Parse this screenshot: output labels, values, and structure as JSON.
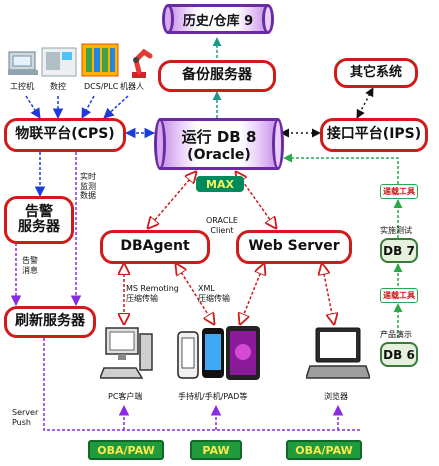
{
  "nodes": {
    "history": "历史/仓库 9",
    "backup": "备份服务器",
    "other": "其它系统",
    "cps": "物联平台(CPS)",
    "ips": "接口平台(IPS)",
    "run_line1": "运行 DB 8",
    "run_line2": "(Oracle)",
    "alarm_line1": "告警",
    "alarm_line2": "服务器",
    "dbagent": "DBAgent",
    "webserver": "Web Server",
    "refresh": "刷新服务器"
  },
  "badges": {
    "max": "MAX",
    "oba_left": "OBA/PAW",
    "paw_mid": "PAW",
    "oba_right": "OBA/PAW"
  },
  "right_column": {
    "tool_top": "递载工具",
    "test_label": "实施测试",
    "db7": "DB 7",
    "tool_bottom": "递载工具",
    "demo_label": "产品演示",
    "db6": "DB 6"
  },
  "devices": {
    "ipc": "工控机",
    "cnc": "数控",
    "dcs": "DCS/PLC",
    "robot": "机器人",
    "pc": "PC客户端",
    "handheld": "手持机/手机/PAD等",
    "browser": "浏览器"
  },
  "edge_labels": {
    "oracle_client": "ORACLE\nClient",
    "realtime": "实时\n监测\n数据",
    "alarm_msg": "告警\n消息",
    "ms_remoting": "MS Remoting\n压缩传输",
    "xml": "XML\n压缩传输",
    "server_push": "Server\nPush"
  },
  "colors": {
    "node_border": "#d11a1a",
    "cylinder_border": "#6a2ba0",
    "badge_bg": "#008a5e",
    "badge_text": "#f3f35a",
    "blue_link": "#1a3cd8",
    "purple_link": "#8a2be2",
    "teal_link": "#1a9a8a"
  }
}
